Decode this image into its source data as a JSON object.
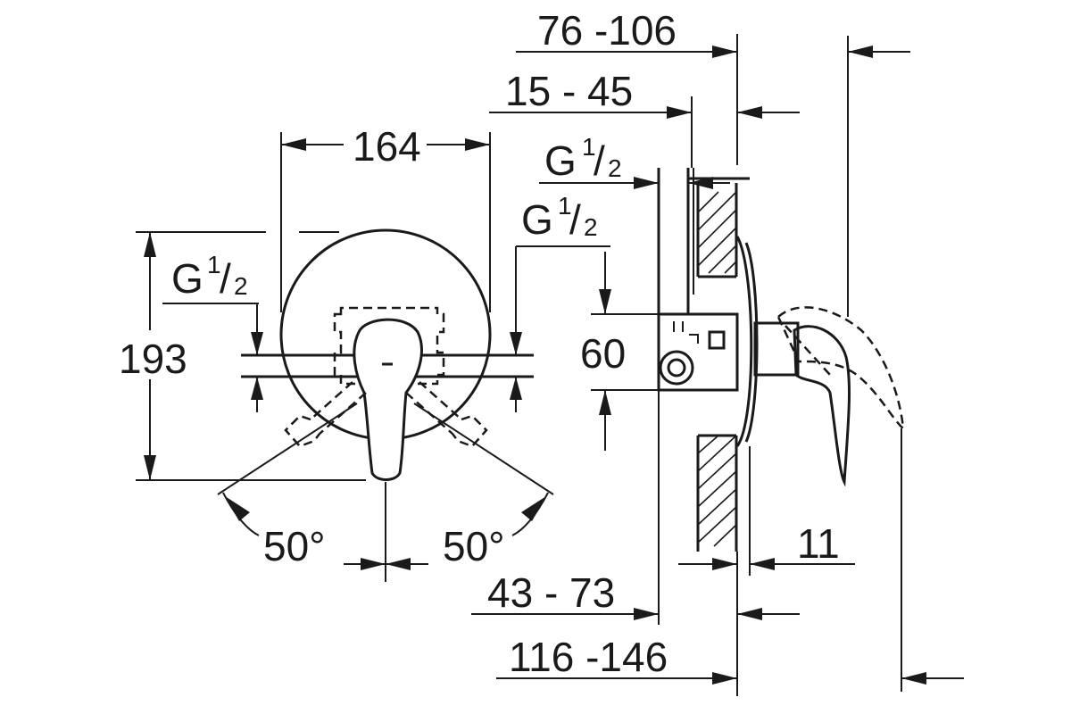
{
  "dimensions": {
    "width_164": "164",
    "height_193": "193",
    "angle_left": "50°",
    "angle_right": "50°",
    "thread_label_g": "G",
    "thread_fraction_num": "1",
    "thread_fraction_den": "2",
    "dim_76_106": "76 -106",
    "dim_15_45": "15 - 45",
    "dim_60": "60",
    "dim_11": "11",
    "dim_43_73": "43 - 73",
    "dim_116_146": "116 -146"
  },
  "colors": {
    "line": "#1a1a1a",
    "background": "#ffffff"
  }
}
